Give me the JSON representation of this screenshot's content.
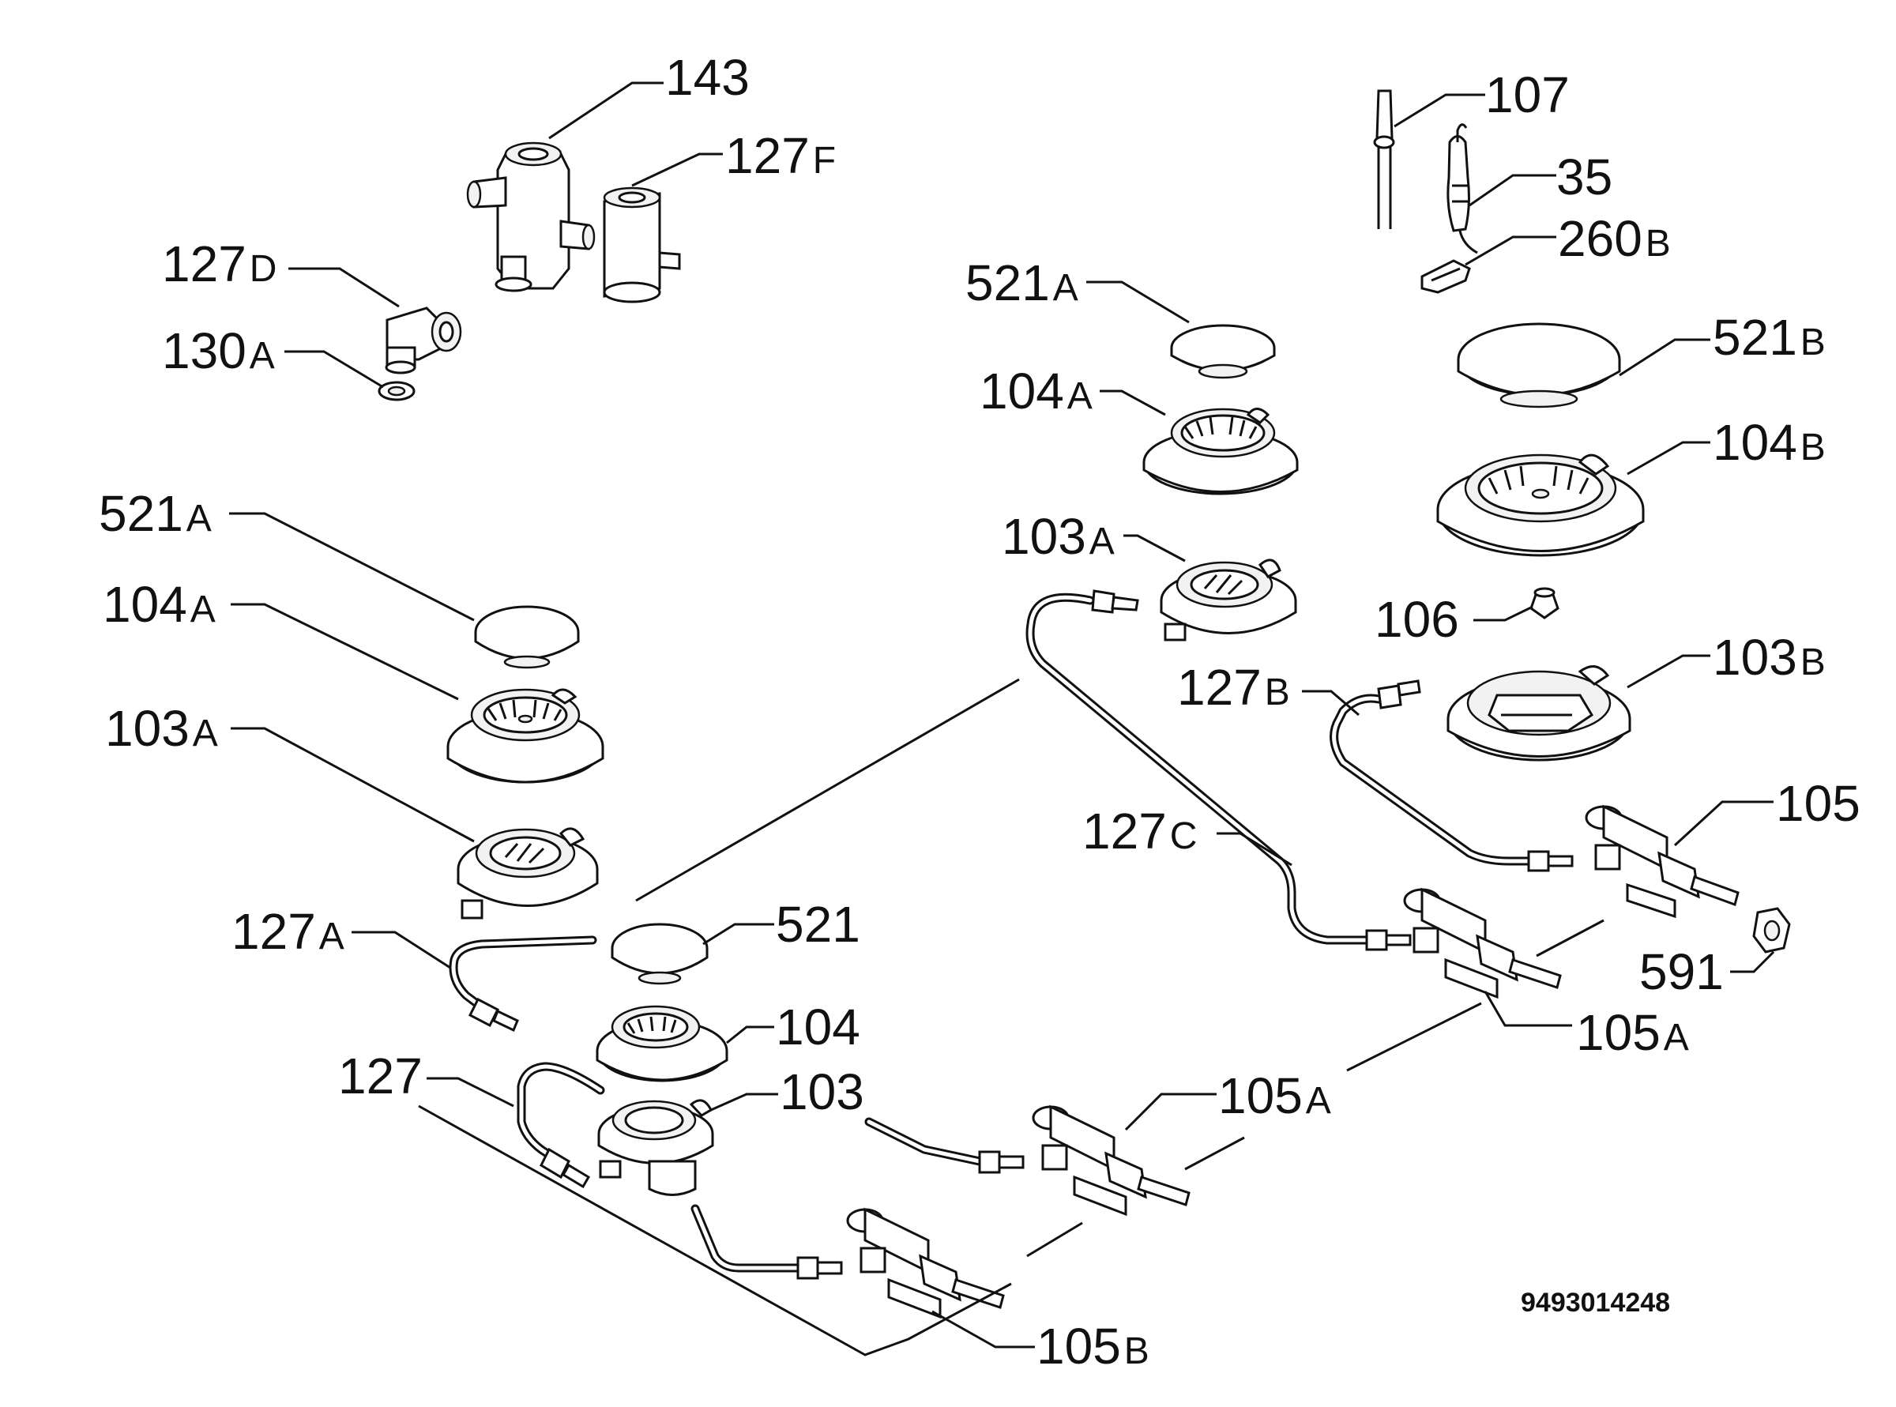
{
  "labels": {
    "l143": {
      "num": "143",
      "sfx": ""
    },
    "l127F": {
      "num": "127",
      "sfx": "F"
    },
    "l127D": {
      "num": "127",
      "sfx": "D"
    },
    "l130A": {
      "num": "130",
      "sfx": "A"
    },
    "l107": {
      "num": "107",
      "sfx": ""
    },
    "l35": {
      "num": "35",
      "sfx": ""
    },
    "l260B": {
      "num": "260",
      "sfx": "B"
    },
    "l521A_top": {
      "num": "521",
      "sfx": "A"
    },
    "l521B": {
      "num": "521",
      "sfx": "B"
    },
    "l104A_top": {
      "num": "104",
      "sfx": "A"
    },
    "l104B": {
      "num": "104",
      "sfx": "B"
    },
    "l103A_top": {
      "num": "103",
      "sfx": "A"
    },
    "l106": {
      "num": "106",
      "sfx": ""
    },
    "l127B": {
      "num": "127",
      "sfx": "B"
    },
    "l103B": {
      "num": "103",
      "sfx": "B"
    },
    "l521A_left": {
      "num": "521",
      "sfx": "A"
    },
    "l104A_left": {
      "num": "104",
      "sfx": "A"
    },
    "l103A_left": {
      "num": "103",
      "sfx": "A"
    },
    "l127C": {
      "num": "127",
      "sfx": "C"
    },
    "l105": {
      "num": "105",
      "sfx": ""
    },
    "l591": {
      "num": "591",
      "sfx": ""
    },
    "l127A": {
      "num": "127",
      "sfx": "A"
    },
    "l521": {
      "num": "521",
      "sfx": ""
    },
    "l104": {
      "num": "104",
      "sfx": ""
    },
    "l105A_right": {
      "num": "105",
      "sfx": "A"
    },
    "l127": {
      "num": "127",
      "sfx": ""
    },
    "l103": {
      "num": "103",
      "sfx": ""
    },
    "l105A_mid": {
      "num": "105",
      "sfx": "A"
    },
    "l105B": {
      "num": "105",
      "sfx": "B"
    }
  },
  "doc_code": "9493014248"
}
